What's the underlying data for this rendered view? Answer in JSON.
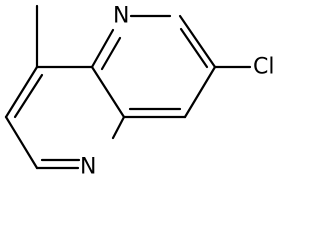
{
  "molecule": {
    "atoms": [
      {
        "symbol": "N",
        "label": "N"
      },
      {
        "symbol": "N",
        "label": "N"
      },
      {
        "symbol": "Cl",
        "label": "Cl"
      }
    ]
  }
}
